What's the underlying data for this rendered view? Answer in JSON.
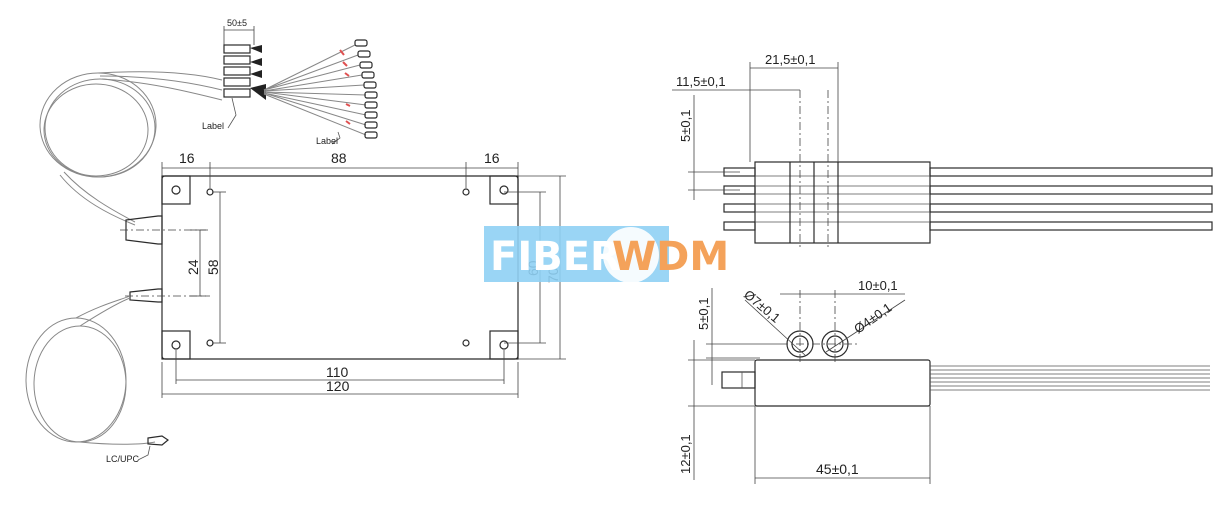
{
  "colors": {
    "line": "#2b2b2b",
    "dimension": "#444444",
    "fiber": "#888888",
    "watermark_band": "#8fd0f4",
    "watermark_accent": "#f4a25a",
    "fiber_mark": "#e05050"
  },
  "left_view": {
    "fanout_width": "50±5",
    "label_left": "Label",
    "label_right": "Label",
    "connector": "LC/UPC",
    "dim_left_margin": "16",
    "dim_span_top": "88",
    "dim_right_margin": "16",
    "dim_port_spacing": "24",
    "dim_hole_vertical": "58",
    "dim_inner_height": "60",
    "dim_outer_height": "70",
    "dim_hole_width": "110",
    "dim_total_width": "120"
  },
  "right_top_view": {
    "dim_width": "21,5±0,1",
    "dim_offset": "11,5±0,1",
    "dim_height": "5±0,1"
  },
  "right_bottom_view": {
    "dim_diameter_large": "Ø7±0,1",
    "dim_spacing": "10±0,1",
    "dim_diameter_small": "Ø4±0,1",
    "dim_height": "5±0,1",
    "dim_body_height": "12±0,1",
    "dim_length": "45±0,1"
  },
  "watermark": {
    "part1": "FIBER",
    "part2": "WDM"
  }
}
